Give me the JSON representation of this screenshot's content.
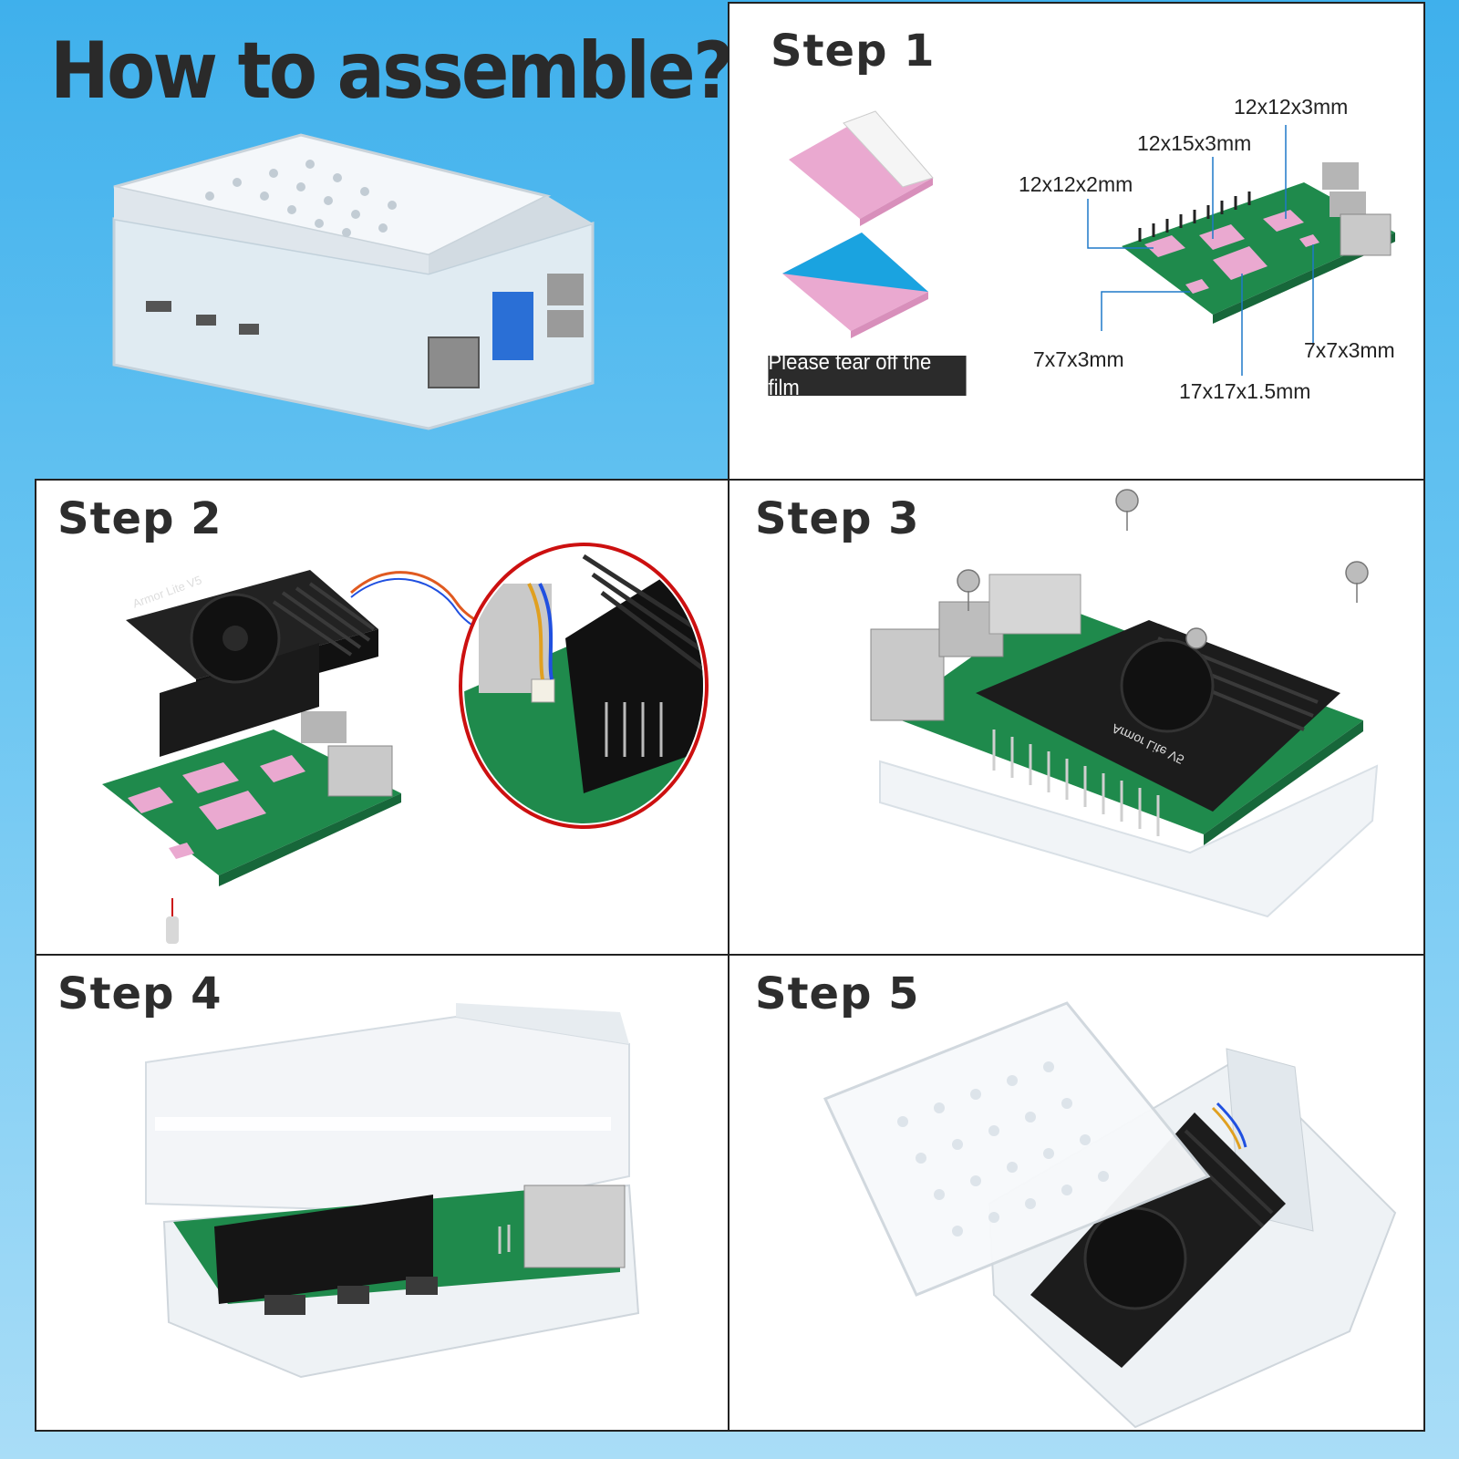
{
  "hero": {
    "title": "How to assemble?"
  },
  "step1": {
    "title": "Step 1",
    "film_note": "Please tear off the film",
    "pads": [
      "12x12x3mm",
      "12x15x3mm",
      "12x12x2mm",
      "7x7x3mm",
      "7x7x3mm",
      "17x17x1.5mm"
    ]
  },
  "step2": {
    "title": "Step 2",
    "heatsink_label": "Armor Lite V5"
  },
  "step3": {
    "title": "Step 3",
    "heatsink_label": "Armor Lite V5"
  },
  "step4": {
    "title": "Step 4"
  },
  "step5": {
    "title": "Step 5"
  },
  "colors": {
    "background_top": "#3fb0ec",
    "background_bottom": "#a9ddf7",
    "thermal_pad": "#e9a9cf",
    "pcb_green": "#1f8a4c",
    "heatsink": "#1b1b1b",
    "callout_ring": "#cc1010",
    "film_blue": "#1aa3e0"
  }
}
